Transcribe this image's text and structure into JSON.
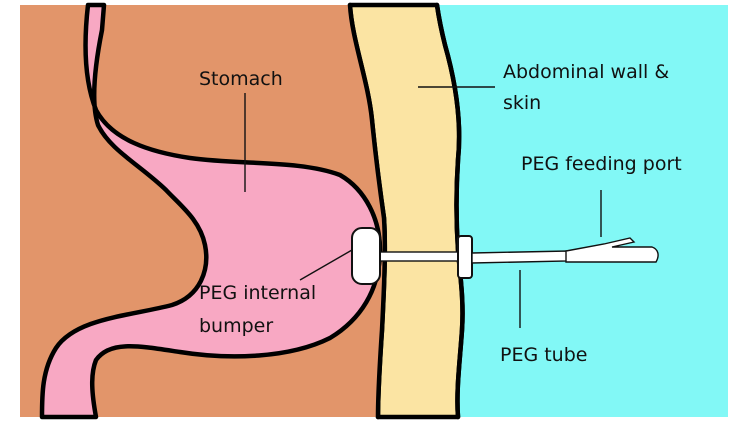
{
  "colors": {
    "abdomen": "#E2956A",
    "stomach": "#F8A8C3",
    "wall": "#FBE4A3",
    "outside": "#82F8F6",
    "outline": "#000000",
    "tube": "#FFFFFF"
  },
  "labels": {
    "stomach": "Stomach",
    "wall_line1": "Abdominal wall &",
    "wall_line2": "skin",
    "feeding_port": "PEG feeding port",
    "bumper_line1": "PEG internal",
    "bumper_line2": "bumper",
    "tube": "PEG tube"
  }
}
